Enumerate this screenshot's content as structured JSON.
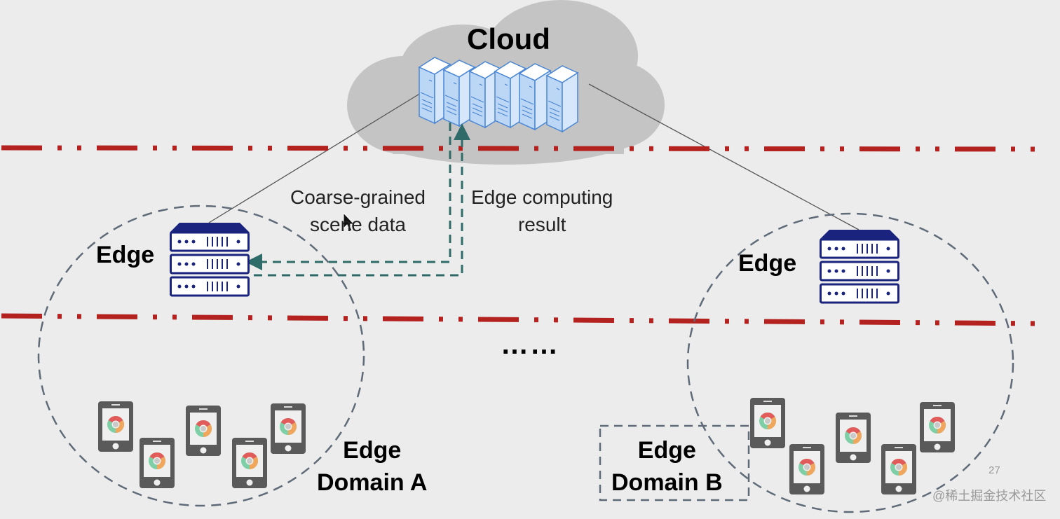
{
  "diagram": {
    "cloud": {
      "title": "Cloud",
      "server_count": 6
    },
    "edges": [
      {
        "label": "Edge",
        "domain_label_line1": "Edge",
        "domain_label_line2": "Domain A",
        "device_count": 5
      },
      {
        "label": "Edge",
        "domain_label_line1": "Edge",
        "domain_label_line2": "Domain B",
        "device_count": 5
      }
    ],
    "flows": {
      "down_line1": "Coarse-grained",
      "down_line2": "scene data",
      "up_line1": "Edge computing",
      "up_line2": "result"
    },
    "ellipsis": "……",
    "page_number": "27",
    "watermark": "@稀土掘金技术社区",
    "colors": {
      "background": "#ececec",
      "cloud": "#c4c4c4",
      "boundary_line": "#b3221f",
      "dashed_arrow": "#2f6b68",
      "domain_circle": "#5f6b78",
      "edge_server": "#1a237e",
      "cloud_server_fill": "#bcd6f5",
      "cloud_server_stroke": "#4a86d4",
      "phone": "#5a5a5a"
    }
  }
}
